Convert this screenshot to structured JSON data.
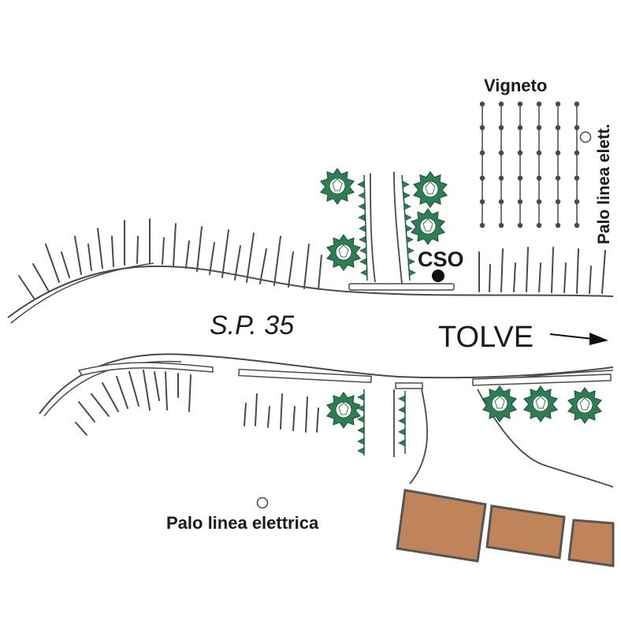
{
  "labels": {
    "road": "S.P. 35",
    "direction": "TOLVE",
    "station": "CSO",
    "vineyard": "Vigneto",
    "pole_top": "Palo linea elett.",
    "pole_bottom": "Palo linea elettrica"
  },
  "colors": {
    "line": "#4a4a4a",
    "tree_fill": "#2f7d55",
    "tree_outline": "#1f5a3a",
    "building_fill": "#c0845a",
    "building_stroke": "#555555",
    "text": "#1a1a1a"
  },
  "icons": [
    "tree-icon",
    "vine-row-icon",
    "utility-pole-icon",
    "station-marker-icon",
    "direction-arrow-icon",
    "building-icon"
  ]
}
